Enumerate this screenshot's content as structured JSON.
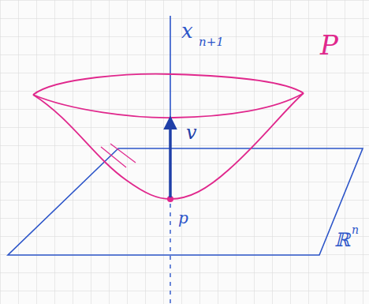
{
  "diagram": {
    "labels": [
      "x",
      "n+1",
      "P",
      "v",
      "p",
      "ℝ",
      "n"
    ]
  }
}
